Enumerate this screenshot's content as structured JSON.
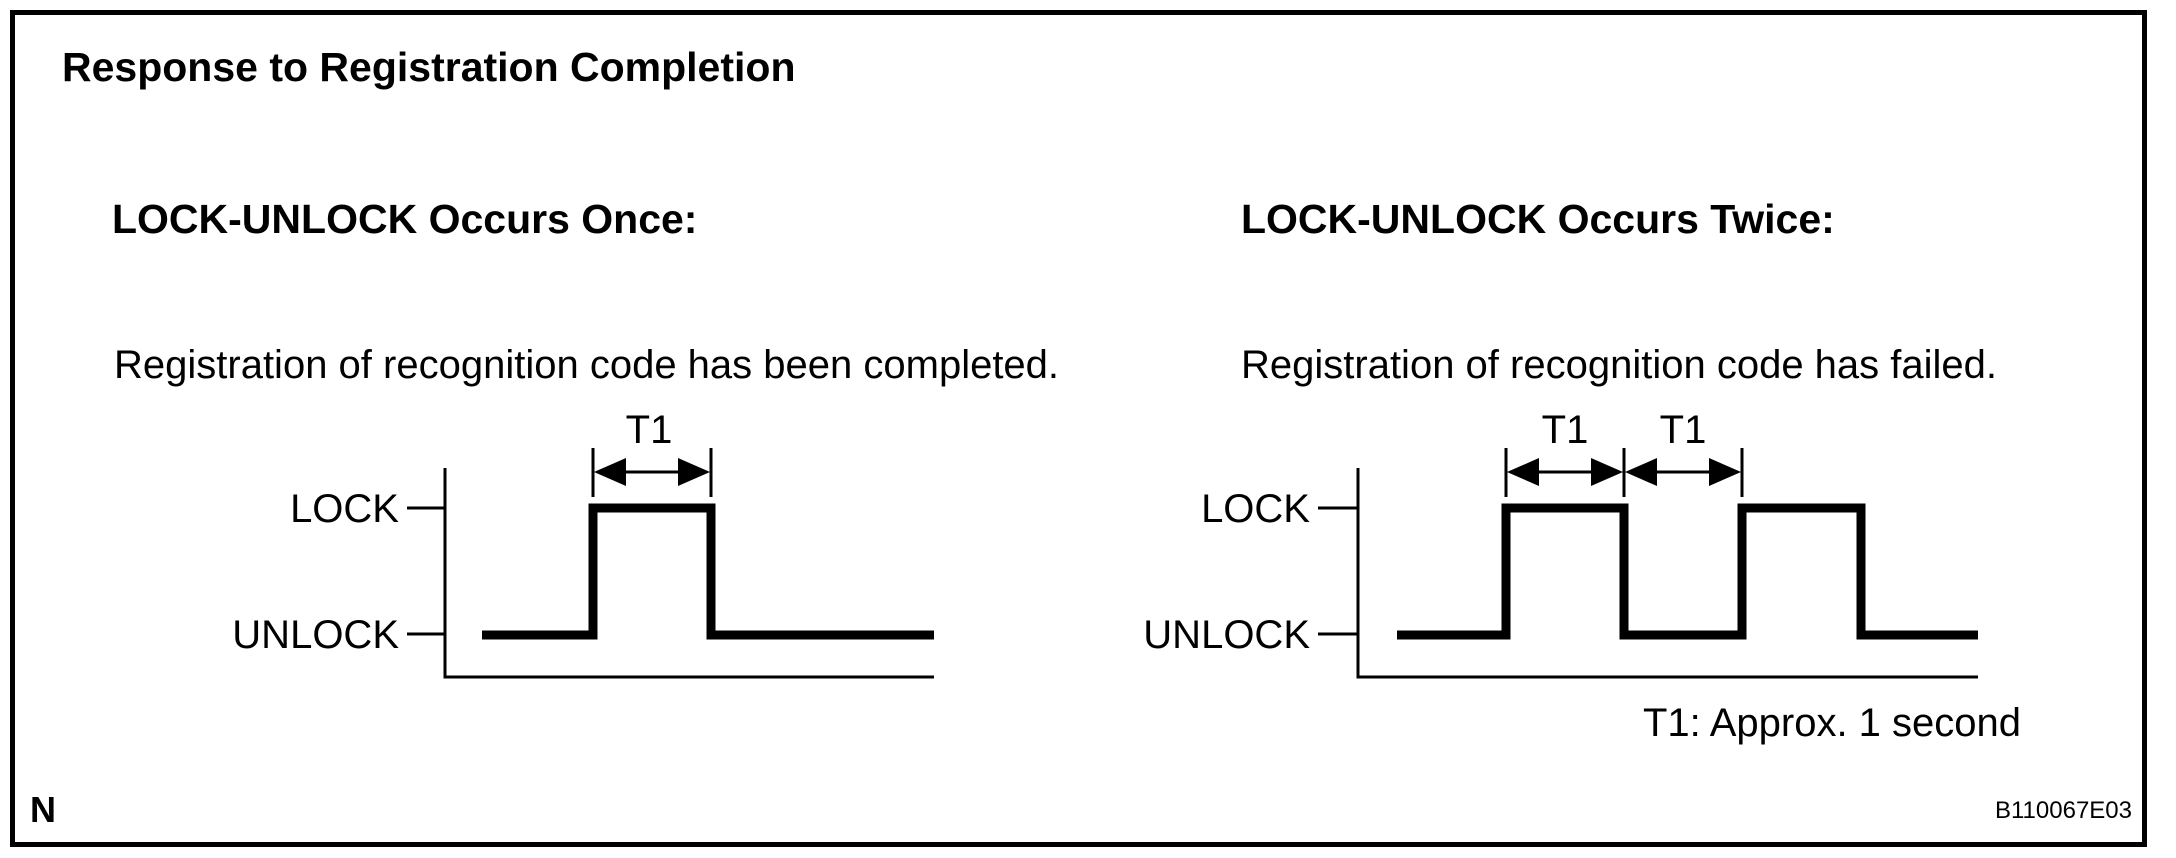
{
  "figure": {
    "title": "Response to Registration Completion",
    "footnote": "T1: Approx. 1 second",
    "page_marker": "N",
    "figure_id": "B110067E03"
  },
  "panels": [
    {
      "heading": "LOCK-UNLOCK Occurs Once:",
      "description": "Registration of recognition code has been completed.",
      "pulse_count": 1,
      "t1_spans": [
        "pulse-1-width"
      ]
    },
    {
      "heading": "LOCK-UNLOCK Occurs Twice:",
      "description": "Registration of recognition code has failed.",
      "pulse_count": 2,
      "t1_spans": [
        "pulse-1-width",
        "gap-between-pulses"
      ]
    }
  ],
  "diagram_labels": {
    "lock": "LOCK",
    "unlock": "UNLOCK",
    "t1": "T1"
  },
  "waveform_semantics": {
    "levels": [
      "LOCK",
      "UNLOCK"
    ],
    "t1_duration": "Approx. 1 second",
    "signal_color": "#000000",
    "background_color": "#ffffff"
  }
}
